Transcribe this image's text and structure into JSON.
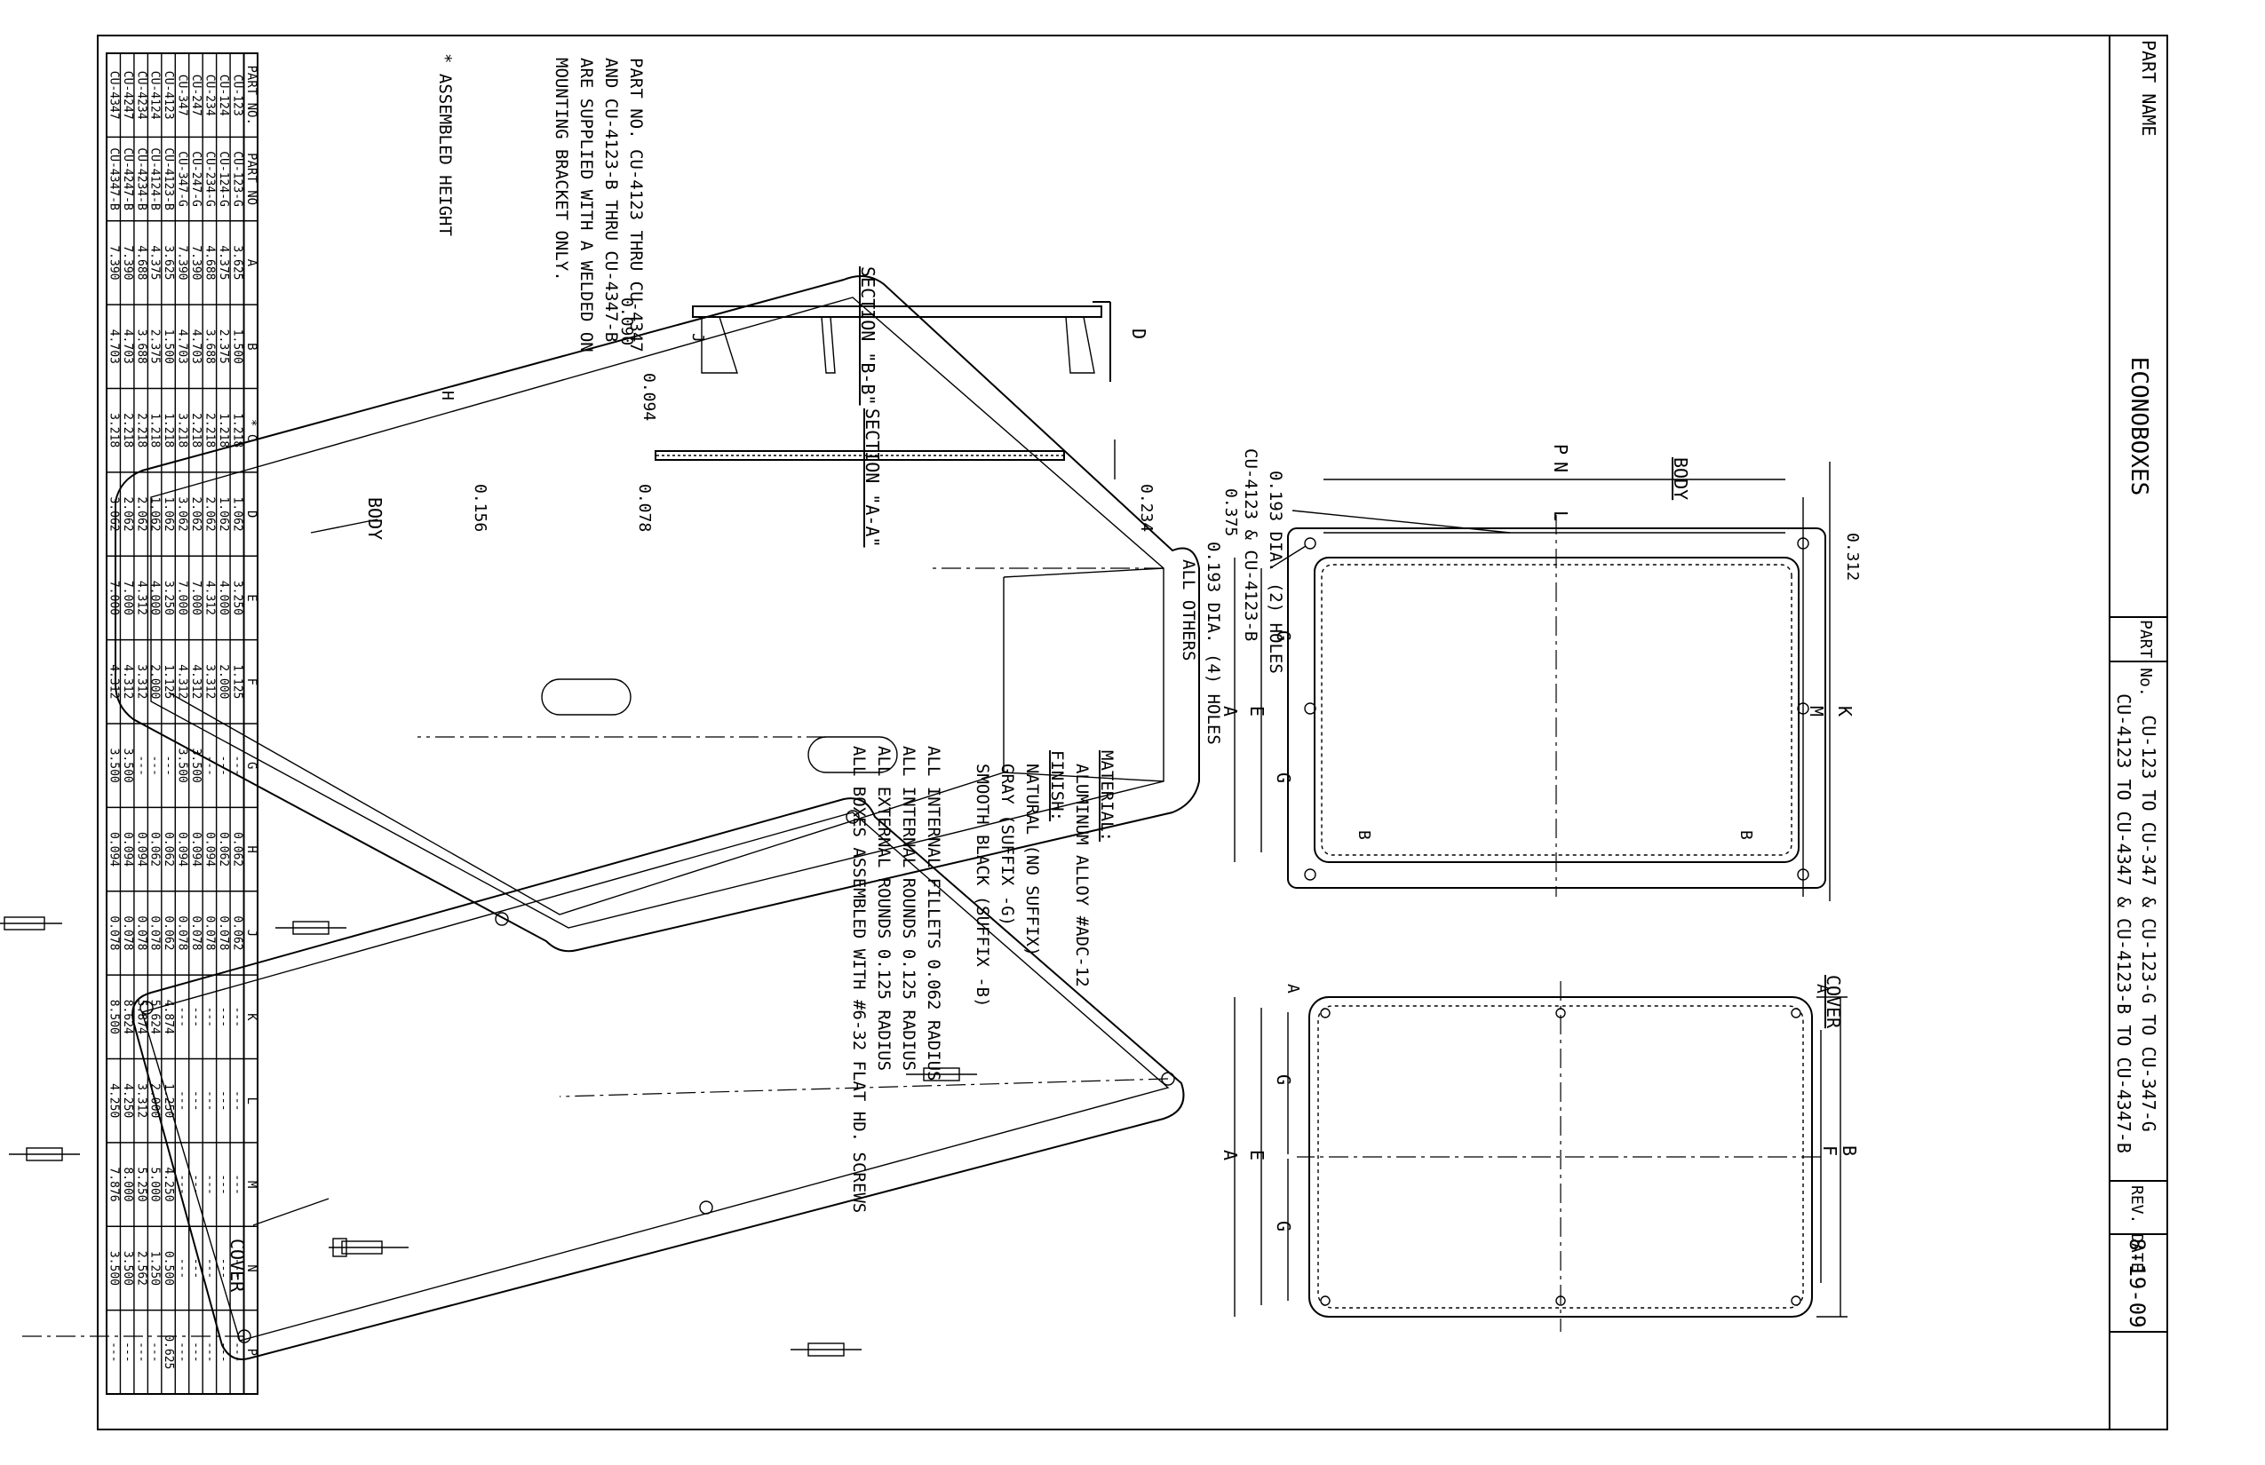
{
  "title_block": {
    "part_name_label": "PART NAME",
    "part_name": "ECONOBOXES",
    "part_no_label": "PART No.",
    "part_no_line1": "CU-123 TO CU-347 & CU-123-G TO CU-347-G",
    "part_no_line2": "CU-4123 TO CU-4347 & CU-4123-B TO CU-4347-B",
    "rev_date_label": "REV. DATE",
    "rev_date": "8-19-09"
  },
  "table": {
    "columns": [
      "PART NO.",
      "PART NO",
      "A",
      "B",
      "* C",
      "D",
      "E",
      "F",
      "G",
      "H",
      "J",
      "K",
      "L",
      "M",
      "N",
      "P"
    ],
    "rows": [
      [
        "CU-123",
        "CU-123-G",
        "3.625",
        "1.500",
        "1.218",
        "1.062",
        "3.250",
        "1.125",
        "---",
        "0.062",
        "0.062",
        "---",
        "---",
        "---",
        "---",
        "---"
      ],
      [
        "CU-124",
        "CU-124-G",
        "4.375",
        "2.375",
        "1.218",
        "1.062",
        "4.000",
        "2.000",
        "---",
        "0.062",
        "0.078",
        "---",
        "---",
        "---",
        "---",
        "---"
      ],
      [
        "CU-234",
        "CU-234-G",
        "4.688",
        "3.688",
        "2.218",
        "2.062",
        "4.312",
        "3.312",
        "---",
        "0.094",
        "0.078",
        "---",
        "---",
        "---",
        "---",
        "---"
      ],
      [
        "CU-247",
        "CU-247-G",
        "7.390",
        "4.703",
        "2.218",
        "2.062",
        "7.000",
        "4.312",
        "3.500",
        "0.094",
        "0.078",
        "---",
        "---",
        "---",
        "---",
        "---"
      ],
      [
        "CU-347",
        "CU-347-G",
        "7.390",
        "4.703",
        "3.218",
        "3.062",
        "7.000",
        "4.312",
        "3.500",
        "0.094",
        "0.078",
        "---",
        "---",
        "---",
        "---",
        "---"
      ],
      [
        "CU-4123",
        "CU-4123-B",
        "3.625",
        "1.500",
        "1.218",
        "1.062",
        "3.250",
        "1.125",
        "---",
        "0.062",
        "0.062",
        "4.874",
        "1.250",
        "4.250",
        "0.500",
        "0.625"
      ],
      [
        "CU-4124",
        "CU-4124-B",
        "4.375",
        "2.375",
        "1.218",
        "1.062",
        "4.000",
        "2.000",
        "---",
        "0.062",
        "0.078",
        "5.624",
        "2.000",
        "5.000",
        "1.250",
        "---"
      ],
      [
        "CU-4234",
        "CU-4234-B",
        "4.688",
        "3.688",
        "2.218",
        "2.062",
        "4.312",
        "3.312",
        "---",
        "0.094",
        "0.078",
        "5.874",
        "3.312",
        "5.250",
        "2.562",
        "---"
      ],
      [
        "CU-4247",
        "CU-4247-B",
        "7.390",
        "4.703",
        "2.218",
        "2.062",
        "7.000",
        "4.312",
        "3.500",
        "0.094",
        "0.078",
        "8.624",
        "4.250",
        "8.000",
        "3.500",
        "---"
      ],
      [
        "CU-4347",
        "CU-4347-B",
        "7.390",
        "4.703",
        "3.218",
        "3.062",
        "7.000",
        "4.312",
        "3.500",
        "0.094",
        "0.078",
        "8.500",
        "4.250",
        "7.876",
        "3.500",
        "---"
      ]
    ]
  },
  "notes": {
    "bracket": [
      "PART NO. CU-4123 THRU CU-4347",
      "AND CU-4123-B THRU CU-4347-B",
      "ARE SUPPLIED WITH A WELDED ON",
      "MOUNTING BRACKET ONLY."
    ],
    "assembled": "* ASSEMBLED HEIGHT",
    "material_label": "MATERIAL:",
    "material": "ALUMINUM ALLOY #ADC-12",
    "finish_label": "FINISH:",
    "finish": [
      "NATURAL (NO SUFFIX)",
      "GRAY (SUFFIX -G)",
      "SMOOTH BLACK (SUFFIX -B)"
    ],
    "general": [
      "ALL INTERNAL FILLETS 0.062 RADIUS",
      "ALL INTERNAL ROUNDS 0.125 RADIUS",
      "ALL EXTERNAL ROUNDS 0.125 RADIUS",
      "ALL BOXES ASSEMBLED WITH #6-32 FLAT HD. SCREWS"
    ]
  },
  "views": {
    "cover_label": "COVER",
    "body_label": "BODY",
    "iso_body_label": "BODY",
    "iso_cover_label": "COVER",
    "section_a": "SECTION \"A-A\"",
    "section_b": "SECTION \"B-B\"",
    "holes_all": [
      "0.193 DIA. (4) HOLES",
      "ALL OTHERS"
    ],
    "holes_4123": [
      "0.193 DIA. (2) HOLES",
      "CU-4123 & CU-4123-B"
    ],
    "dims": {
      "k": "K",
      "m": "M",
      "a": "A",
      "e": "E",
      "g": "G",
      "b": "B",
      "f": "F",
      "l": "L",
      "n": "N",
      "p": "P",
      "d": "D",
      "h": "H",
      "j": "J",
      "d0312": "0.312",
      "d0375": "0.375",
      "d0234": "0.234",
      "d0078": "0.078",
      "d0156": "0.156",
      "d0094": "0.094",
      "d0090": "0.090"
    }
  }
}
